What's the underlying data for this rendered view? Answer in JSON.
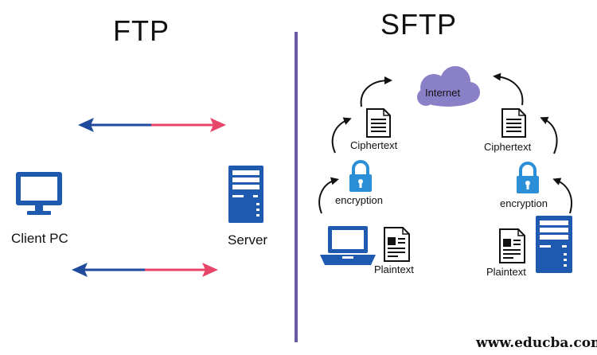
{
  "ftp": {
    "title": "FTP",
    "client_label": "Client PC",
    "server_label": "Server"
  },
  "sftp": {
    "title": "SFTP",
    "cloud_label": "Internet",
    "left": {
      "cipher_label": "Ciphertext",
      "encrypt_label": "encryption",
      "plain_label": "Plaintext"
    },
    "right": {
      "cipher_label": "Ciphertext",
      "encrypt_label": "encryption",
      "plain_label": "Plaintext"
    }
  },
  "watermark": "www.educba.com",
  "colors": {
    "arrow_blue": "#1f4a9c",
    "arrow_red": "#e8456a",
    "device_blue": "#1e5bb0",
    "divider": "#6a5aa5",
    "cloud": "#8a80c8",
    "lock": "#2a8fd6"
  }
}
